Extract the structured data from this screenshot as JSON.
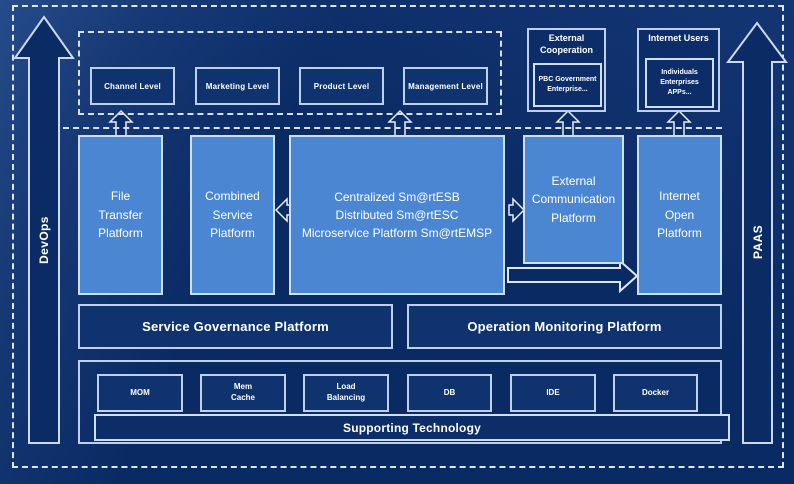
{
  "rails": {
    "devops": "DevOps",
    "paas": "PAAS"
  },
  "levels": {
    "items": [
      {
        "label": "Channel Level"
      },
      {
        "label": "Marketing Level"
      },
      {
        "label": "Product Level"
      },
      {
        "label": "Management Level"
      }
    ]
  },
  "external_cooperation": {
    "title": "External\nCooperation",
    "members": "PBC Government\nEnterprise..."
  },
  "internet_users": {
    "title": "Internet Users",
    "members": "Individuals\nEnterprises\nAPPs..."
  },
  "platforms": {
    "file_transfer": "File\nTransfer\nPlatform",
    "combined_service": "Combined\nService\nPlatform",
    "esb_suite": "Centralized Sm@rtESB\nDistributed Sm@rtESC\nMicroservice Platform Sm@rtEMSP",
    "external_communication": "External\nCommunication\nPlatform",
    "internet_open": "Internet\nOpen\nPlatform"
  },
  "governance": {
    "service": "Service Governance Platform",
    "operation": "Operation Monitoring Platform"
  },
  "supporting": {
    "items": [
      {
        "label": "MOM"
      },
      {
        "label": "Mem\nCache"
      },
      {
        "label": "Load\nBalancing"
      },
      {
        "label": "DB"
      },
      {
        "label": "IDE"
      },
      {
        "label": "Docker"
      }
    ],
    "banner": "Supporting Technology"
  },
  "colors": {
    "background": "#0a2a64",
    "platform_blue": "#4a86d2",
    "box_navy": "#0f336f",
    "border_light": "#cfdff2",
    "text": "#ffffff"
  }
}
